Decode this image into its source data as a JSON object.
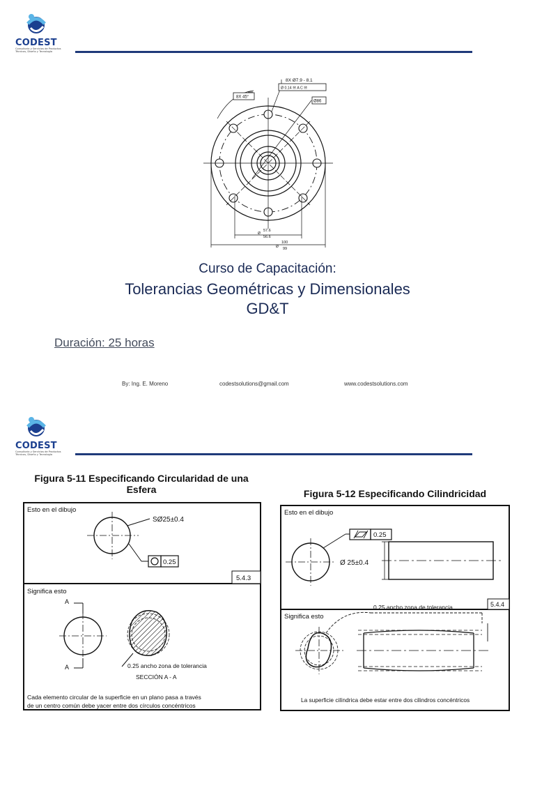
{
  "logo": {
    "name": "CODEST",
    "tagline": "Consultoría y Servicios de Productos Técnicos, Diseño y Tecnología"
  },
  "slide1": {
    "drawing": {
      "callout_holes": "8X  Ø7.9 - 8.1",
      "callout_frame": "Ø 0.14 Ⓜ  A  C Ⓜ",
      "callout_angle": "8X 45°",
      "callout_dia": "Ø86",
      "dim_inner": "Ø 57.6 / 56.6",
      "dim_inner_top": "57.6",
      "dim_inner_bot": "56.6",
      "dim_outer_top": "100",
      "dim_outer_bot": "99"
    },
    "title_line1": "Curso de Capacitación:",
    "title_line2": "Tolerancias Geométricas y Dimensionales",
    "title_line3": "GD&T",
    "duration": "Duración: 25 horas",
    "author": "By: Ing. E. Moreno",
    "email": "codestsolutions@gmail.com",
    "website": "www.codestsolutions.com"
  },
  "slide2": {
    "fig11": {
      "title_line1": "Figura 5-11 Especificando Circularidad de una",
      "title_line2": "Esfera",
      "top_label": "Esto en el dibujo",
      "dim": "SØ25±0.4",
      "tolerance": "0.25",
      "ref": "5.4.3",
      "bottom_label": "Significa esto",
      "section_mark": "A",
      "zone_note": "0.25 ancho zona de tolerancia",
      "section": "SECCIÓN A - A",
      "caption_line1": "Cada elemento circular de la superficie en un plano pasa a través",
      "caption_line2": "de un centro común debe yacer entre dos círculos concéntricos"
    },
    "fig12": {
      "title": "Figura 5-12 Especificando Cilindricidad",
      "top_label": "Esto en el dibujo",
      "tolerance": "0.25",
      "dim": "Ø 25±0.4",
      "ref": "5.4.4",
      "bottom_label": "Significa esto",
      "zone_note": "0.25 ancho zona de tolerancia",
      "caption": "La superficie cilíndrica debe estar entre dos cilindros concéntricos"
    }
  }
}
